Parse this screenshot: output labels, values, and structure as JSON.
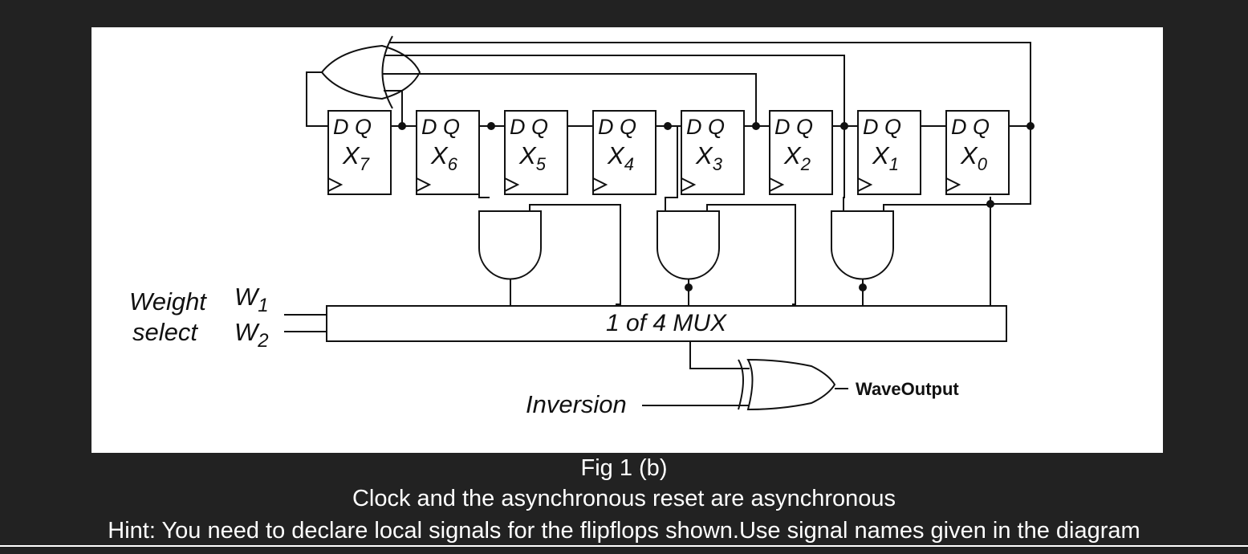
{
  "diagram": {
    "flipflops": [
      {
        "d": "D",
        "q": "Q",
        "name": "X",
        "sub": "7"
      },
      {
        "d": "D",
        "q": "Q",
        "name": "X",
        "sub": "6"
      },
      {
        "d": "D",
        "q": "Q",
        "name": "X",
        "sub": "5"
      },
      {
        "d": "D",
        "q": "Q",
        "name": "X",
        "sub": "4"
      },
      {
        "d": "D",
        "q": "Q",
        "name": "X",
        "sub": "3"
      },
      {
        "d": "D",
        "q": "Q",
        "name": "X",
        "sub": "2"
      },
      {
        "d": "D",
        "q": "Q",
        "name": "X",
        "sub": "1"
      },
      {
        "d": "D",
        "q": "Q",
        "name": "X",
        "sub": "0"
      }
    ],
    "weight_label_line1": "Weight",
    "weight_label_line2": "select",
    "w1": {
      "letter": "W",
      "sub": "1"
    },
    "w2": {
      "letter": "W",
      "sub": "2"
    },
    "mux_label": "1 of 4 MUX",
    "inversion_label": "Inversion",
    "output_label": "WaveOutput"
  },
  "caption": {
    "line1": "Fig 1 (b)",
    "line2": "Clock and the asynchronous reset are asynchronous",
    "line3": "Hint: You need to declare local signals for the flipflops shown.Use signal names given in the diagram"
  }
}
